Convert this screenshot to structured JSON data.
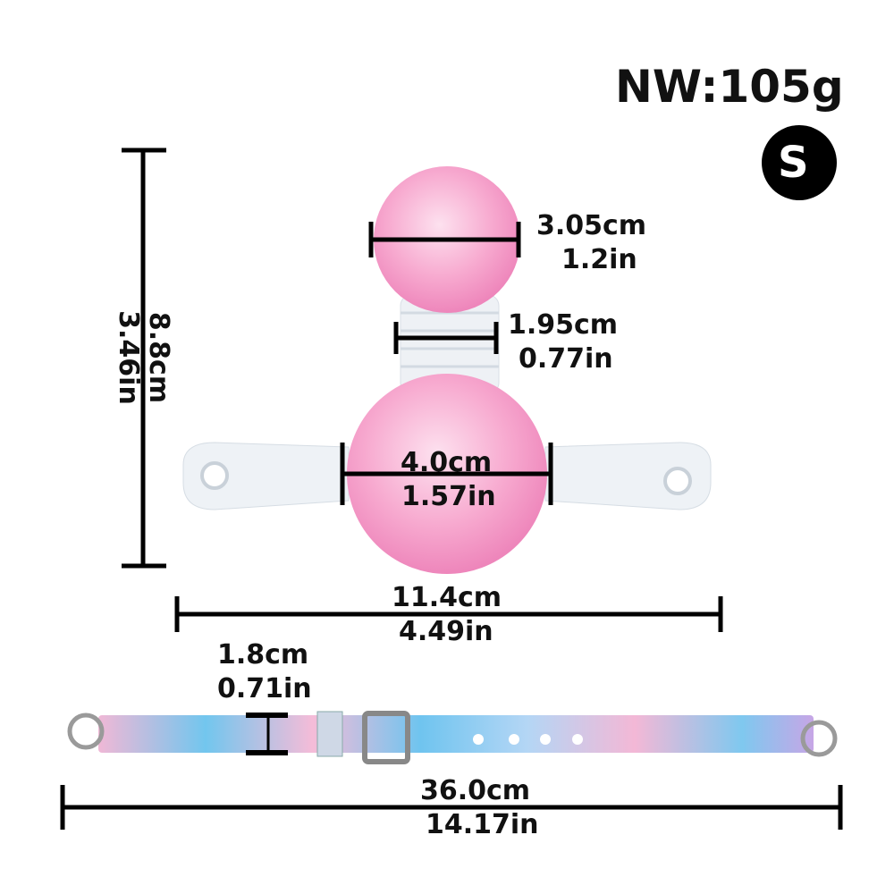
{
  "header": {
    "weight": "NW:105g",
    "size_badge": "S"
  },
  "dimensions": {
    "ball_top": {
      "cm": "3.05cm",
      "in": "1.2in"
    },
    "neck": {
      "cm": "1.95cm",
      "in": "0.77in"
    },
    "ball_bottom": {
      "cm": "4.0cm",
      "in": "1.57in"
    },
    "height": {
      "cm": "8.8cm",
      "in": "3.46in"
    },
    "gag_width": {
      "cm": "11.4cm",
      "in": "4.49in"
    },
    "strap_width": {
      "cm": "1.8cm",
      "in": "0.71in"
    },
    "strap_length": {
      "cm": "36.0cm",
      "in": "14.17in"
    }
  },
  "colors": {
    "ball": "#f7a8cf",
    "ring": "#9a9a9a",
    "strap_blue": "#6ec9f0",
    "strap_pink": "#f5b7d8"
  }
}
